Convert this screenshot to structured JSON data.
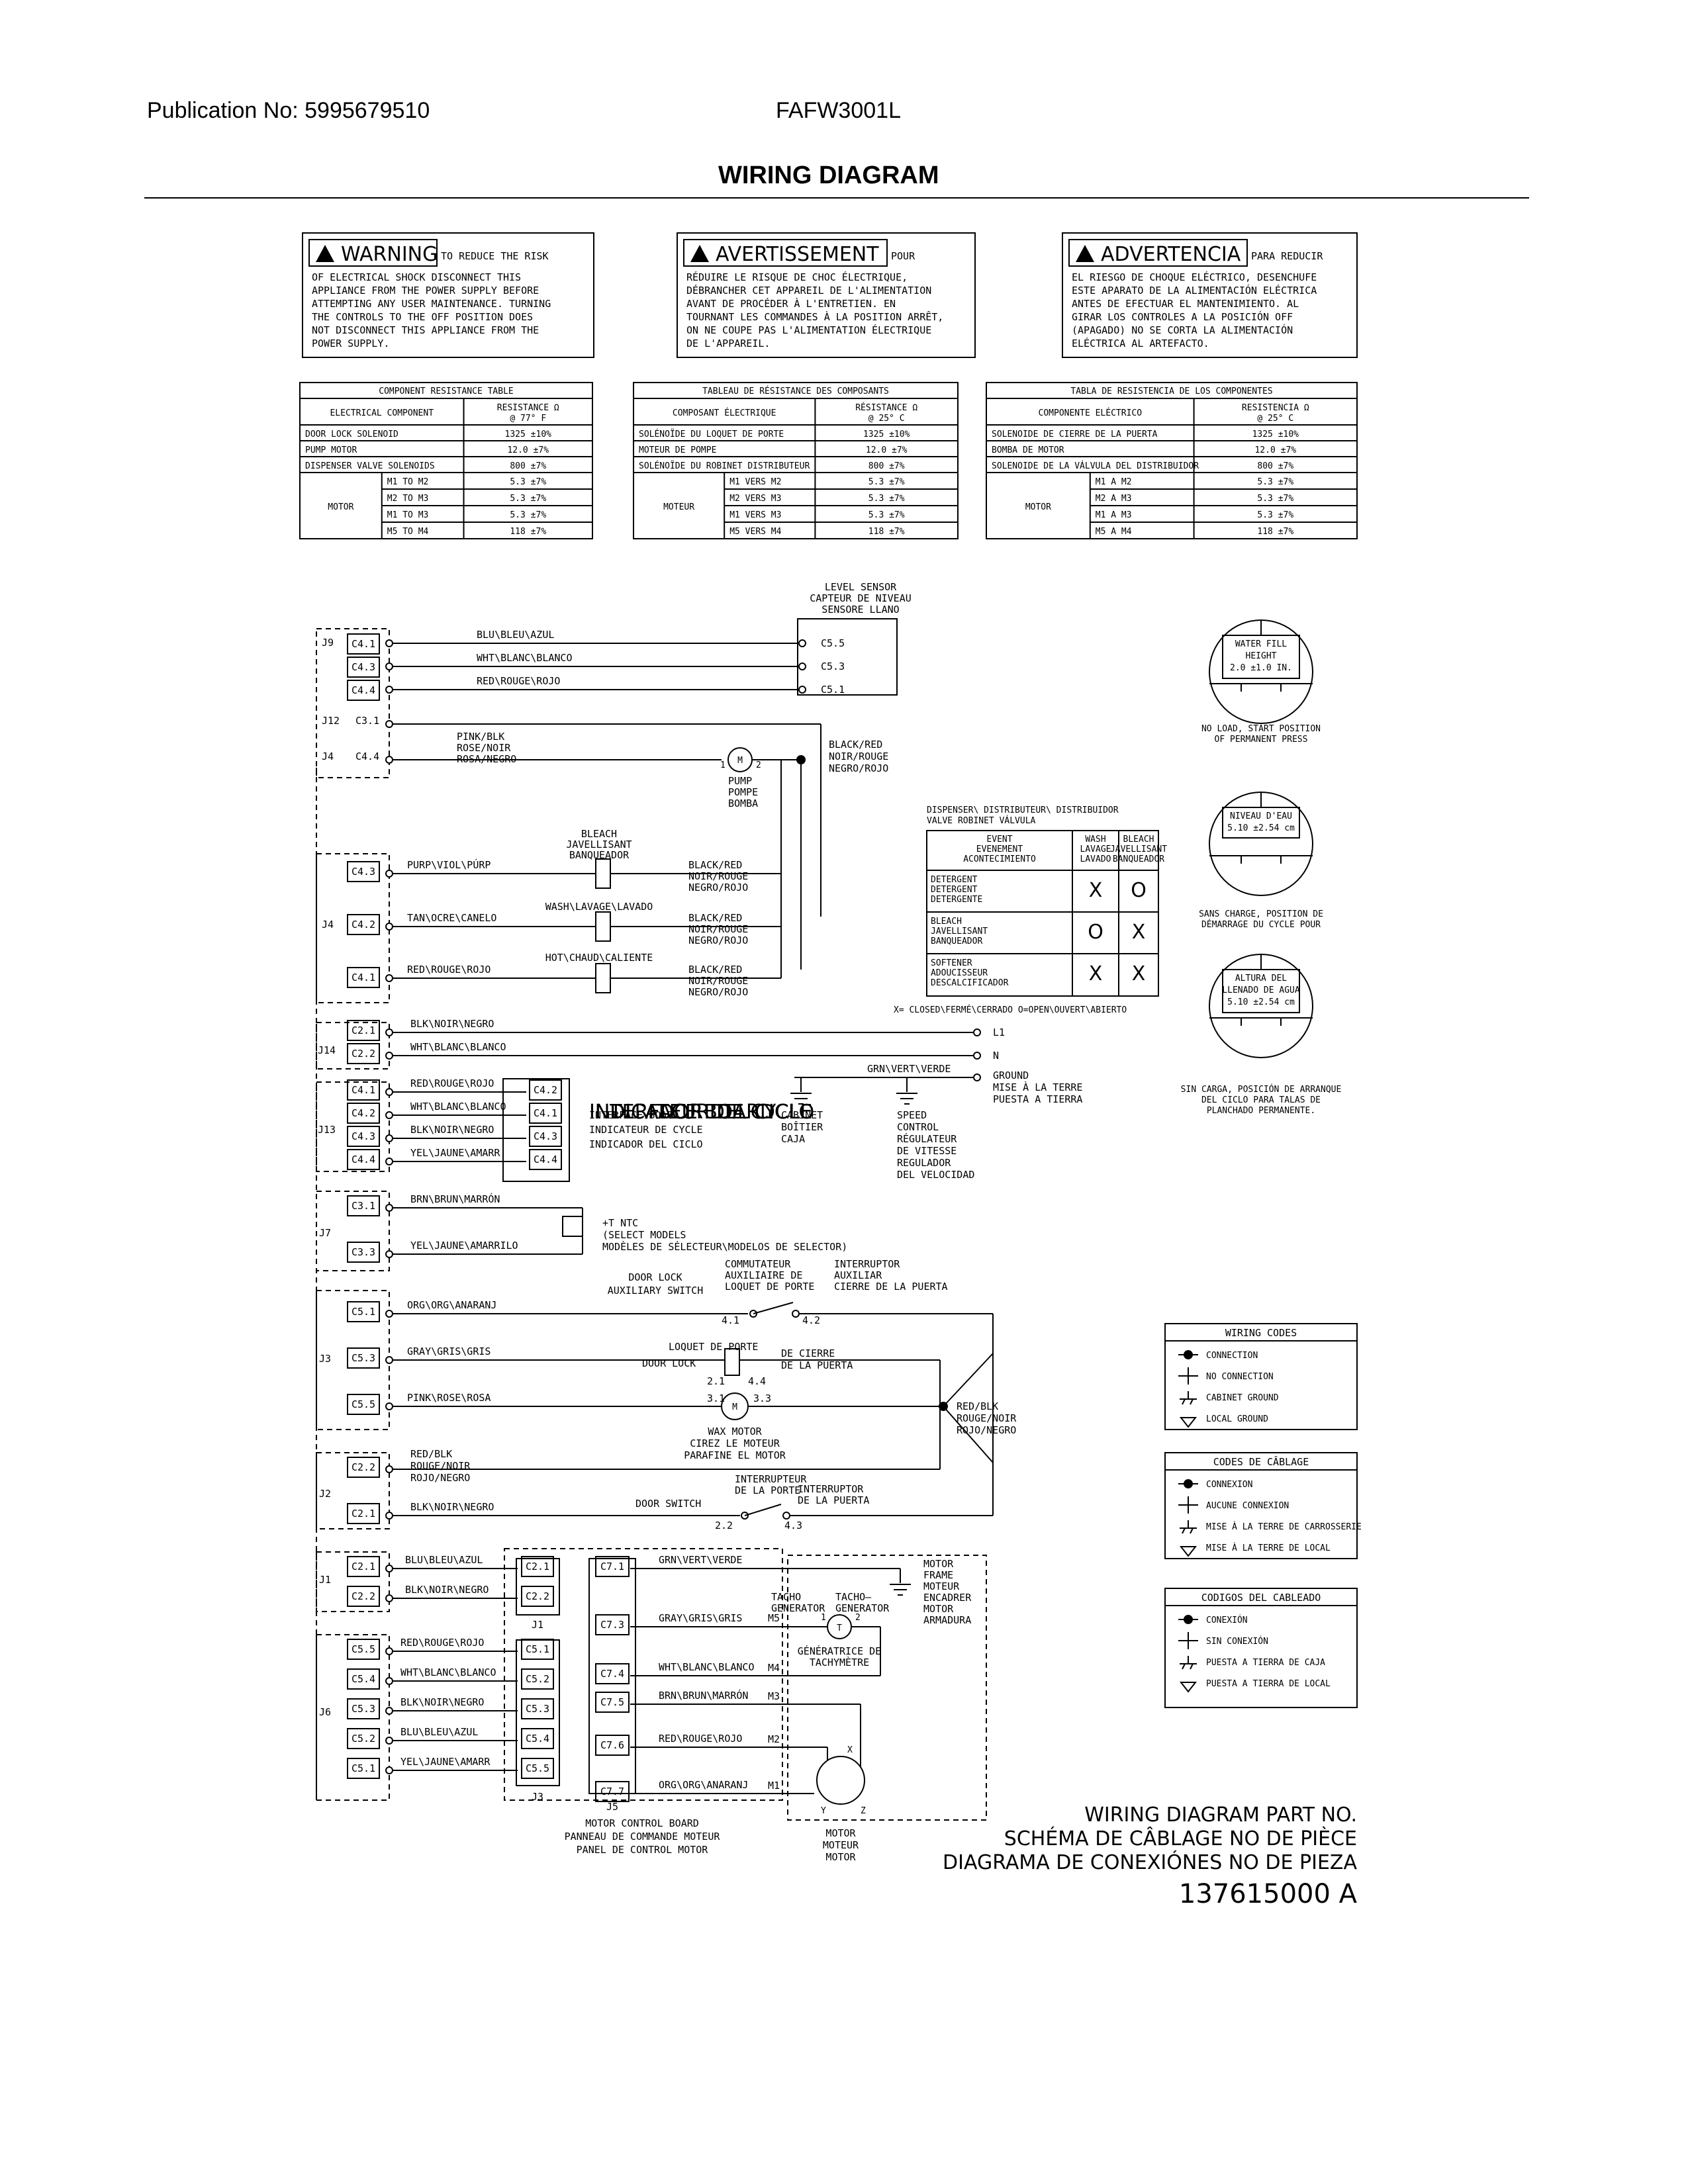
{
  "header": {
    "publication": "Publication No: 5995679510",
    "model": "FAFW3001L",
    "title": "WIRING DIAGRAM"
  },
  "warnings": {
    "en": {
      "label": "WARNING",
      "lines": [
        "TO REDUCE THE RISK",
        "OF ELECTRICAL SHOCK DISCONNECT THIS",
        "APPLIANCE FROM THE POWER SUPPLY BEFORE",
        "ATTEMPTING ANY USER MAINTENANCE. TURNING",
        "THE CONTROLS TO THE OFF POSITION DOES",
        "NOT DISCONNECT THIS APPLIANCE FROM THE",
        "POWER SUPPLY."
      ]
    },
    "fr": {
      "label": "AVERTISSEMENT",
      "lines": [
        "POUR",
        "RÉDUIRE LE RISQUE DE CHOC ÉLECTRIQUE,",
        "DÉBRANCHER CET APPAREIL DE L'ALIMENTATION",
        "AVANT DE PROCÉDER À L'ENTRETIEN. EN",
        "TOURNANT LES COMMANDES À LA POSITION ARRÊT,",
        "ON NE COUPE PAS L'ALIMENTATION ÉLECTRIQUE",
        "DE L'APPAREIL."
      ]
    },
    "es": {
      "label": "ADVERTENCIA",
      "lines": [
        "PARA REDUCIR",
        "EL RIESGO DE CHOQUE ELÉCTRICO, DESENCHUFE",
        "ESTE APARATO DE LA ALIMENTACIÓN ELÉCTRICA",
        "ANTES DE EFECTUAR EL MANTENIMIENTO. AL",
        "GIRAR LOS CONTROLES A LA POSICIÓN OFF",
        "(APAGADO) NO SE CORTA LA ALIMENTACIÓN",
        "ELÉCTRICA AL ARTEFACTO."
      ]
    }
  },
  "resistance_tables": {
    "en": {
      "title": "COMPONENT RESISTANCE TABLE",
      "col1": "ELECTRICAL COMPONENT",
      "col2": [
        "RESISTANCE Ω",
        "@ 77° F"
      ],
      "rows": [
        [
          "DOOR LOCK SOLENOID",
          "1325 ±10%"
        ],
        [
          "PUMP MOTOR",
          "12.0 ±7%"
        ],
        [
          "DISPENSER VALVE SOLENOIDS",
          "800 ±7%"
        ]
      ],
      "motor_label": "MOTOR",
      "motor_rows": [
        [
          "M1 TO M2",
          "5.3 ±7%"
        ],
        [
          "M2 TO M3",
          "5.3 ±7%"
        ],
        [
          "M1 TO M3",
          "5.3 ±7%"
        ],
        [
          "M5 TO M4",
          "118 ±7%"
        ]
      ]
    },
    "fr": {
      "title": "TABLEAU DE RÉSISTANCE DES COMPOSANTS",
      "col1": "COMPOSANT ÉLECTRIQUE",
      "col2": [
        "RÉSISTANCE Ω",
        "@ 25° C"
      ],
      "rows": [
        [
          "SOLÉNOÏDE DU LOQUET DE PORTE",
          "1325 ±10%"
        ],
        [
          "MOTEUR DE POMPE",
          "12.0 ±7%"
        ],
        [
          "SOLÉNOÏDE DU ROBINET DISTRIBUTEUR",
          "800 ±7%"
        ]
      ],
      "motor_label": "MOTEUR",
      "motor_rows": [
        [
          "M1 VERS M2",
          "5.3 ±7%"
        ],
        [
          "M2 VERS M3",
          "5.3 ±7%"
        ],
        [
          "M1 VERS M3",
          "5.3 ±7%"
        ],
        [
          "M5 VERS M4",
          "118 ±7%"
        ]
      ]
    },
    "es": {
      "title": "TABLA DE RESISTENCIA DE LOS COMPONENTES",
      "col1": "COMPONENTE ELÉCTRICO",
      "col2": [
        "RESISTENCIA Ω",
        "@ 25° C"
      ],
      "rows": [
        [
          "SOLENOIDE DE CIERRE DE LA PUERTA",
          "1325 ±10%"
        ],
        [
          "BOMBA DE MOTOR",
          "12.0 ±7%"
        ],
        [
          "SOLENOIDE DE LA VÁLVULA DEL DISTRIBUIDOR",
          "800 ±7%"
        ]
      ],
      "motor_label": "MOTOR",
      "motor_rows": [
        [
          "M1 A M2",
          "5.3 ±7%"
        ],
        [
          "M2 A M3",
          "5.3 ±7%"
        ],
        [
          "M1 A M3",
          "5.3 ±7%"
        ],
        [
          "M5 A M4",
          "118 ±7%"
        ]
      ]
    }
  },
  "dispenser_table": {
    "headers": [
      [
        "DISPENSER\\ DISTRIBUTEUR\\ DISTRIBUIDOR",
        "VALVE  ROBINET  VÁLVULA"
      ],
      [
        "EVENT",
        "EVENEMENT",
        "ACONTECIMIENTO"
      ],
      [
        "WASH",
        "LAVAGE",
        "LAVADO"
      ],
      [
        "BLEACH",
        "JAVELLISANT",
        "BANQUEADOR"
      ]
    ],
    "rows": [
      {
        "event": [
          "DETERGENT",
          "DETERGENT",
          "DETERGENTE"
        ],
        "wash": "X",
        "bleach": "O"
      },
      {
        "event": [
          "BLEACH",
          "JAVELLISANT",
          "BANQUEADOR"
        ],
        "wash": "O",
        "bleach": "X"
      },
      {
        "event": [
          "SOFTENER",
          "ADOUCISSEUR",
          "DESCALCIFICADOR"
        ],
        "wash": "X",
        "bleach": "X"
      }
    ],
    "legend": "X= CLOSED\\FERMÉ\\CERRADO   O=OPEN\\OUVERT\\ABIERTO"
  },
  "water_gauges": [
    {
      "inner": [
        "WATER FILL",
        "HEIGHT",
        "2.0 ±1.0 IN."
      ],
      "caption": [
        "NO LOAD, START POSITION",
        "OF PERMANENT PRESS"
      ]
    },
    {
      "inner": [
        "NIVEAU D'EAU",
        "5.10 ±2.54 cm"
      ],
      "caption": [
        "SANS CHARGE, POSITION DE",
        "DÉMARRAGE DU CYCLE POUR"
      ]
    },
    {
      "inner": [
        "ALTURA DEL",
        "LLENADO DE AGUA",
        "5.10 ±2.54 cm"
      ],
      "caption": [
        "SIN CARGA, POSICIÓN DE ARRANQUE",
        "DEL CICLO PARA TALAS DE",
        "PLANCHADO PERMANENTE."
      ]
    }
  ],
  "wiring_codes": [
    {
      "title": "WIRING CODES",
      "items": [
        "CONNECTION",
        "NO CONNECTION",
        "CABINET GROUND",
        "LOCAL GROUND"
      ]
    },
    {
      "title": "CODES DE CÂBLAGE",
      "items": [
        "CONNEXION",
        "AUCUNE CONNEXION",
        "MISE À LA TERRE DE CARROSSERIE",
        "MISE À LA TERRE DE LOCAL"
      ]
    },
    {
      "title": "CODIGOS DEL CABLEADO",
      "items": [
        "CONEXIÓN",
        "SIN CONEXIÓN",
        "PUESTA A TIERRA DE CAJA",
        "PUESTA A TIERRA DE LOCAL"
      ]
    }
  ],
  "diagram": {
    "connectors": [
      "J9",
      "J12",
      "J4",
      "J4",
      "J14",
      "J13",
      "J7",
      "J3",
      "J2",
      "J1",
      "J6",
      "J1",
      "J3",
      "J5"
    ],
    "pins_j9": [
      "C4.1",
      "C4.3",
      "C4.4"
    ],
    "j12_pin": "C3.1",
    "j4_top_pin": "C4.4",
    "pins_j4": [
      "C4.3",
      "C4.2",
      "C4.1"
    ],
    "pins_j14": [
      "C2.1",
      "C2.2"
    ],
    "pins_j13": [
      "C4.1",
      "C4.2",
      "C4.3",
      "C4.4"
    ],
    "pins_iface": [
      "C4.2",
      "C4.1",
      "C4.3",
      "C4.4"
    ],
    "pins_j7": [
      "C3.1",
      "C3.3"
    ],
    "pins_j3": [
      "C5.1",
      "C5.3",
      "C5.5"
    ],
    "pins_j2": [
      "C2.2",
      "C2.1"
    ],
    "pins_j1": [
      "C2.1",
      "C2.2"
    ],
    "pins_j6": [
      "C5.5",
      "C5.4",
      "C5.3",
      "C5.2",
      "C5.1"
    ],
    "pins_mcb_j1": [
      "C2.1",
      "C2.2"
    ],
    "pins_mcb_j3": [
      "C5.1",
      "C5.2",
      "C5.3",
      "C5.4",
      "C5.5"
    ],
    "pins_mcb_j5": [
      "C7.1",
      "C7.3",
      "C7.4",
      "C7.5",
      "C7.6",
      "C7.7"
    ],
    "level_sensor": [
      "LEVEL SENSOR",
      "CAPTEUR DE NIVEAU",
      "SENSORE LLANO"
    ],
    "level_pins": [
      "C5.5",
      "C5.3",
      "C5.1"
    ],
    "wires_j9": [
      "BLU\\BLEU\\AZUL",
      "WHT\\BLANC\\BLANCO",
      "RED\\ROUGE\\ROJO"
    ],
    "pump_wire": [
      "PINK/BLK",
      "ROSE/NOIR",
      "ROSA/NEGRO"
    ],
    "pump": [
      "PUMP",
      "POMPE",
      "BOMBA"
    ],
    "black_red": [
      "BLACK/RED",
      "NOIR/ROUGE",
      "NEGRO/ROJO"
    ],
    "valves": [
      {
        "label": [
          "BLEACH",
          "JAVELLISANT",
          "BANQUEADOR"
        ],
        "wire": "PURP\\VIOL\\PÚRP"
      },
      {
        "label": [
          "WASH\\LAVAGE\\LAVADO"
        ],
        "wire": "TAN\\OCRE\\CANELO"
      },
      {
        "label": [
          "HOT\\CHAUD\\CALIENTE"
        ],
        "wire": "RED\\ROUGE\\ROJO"
      }
    ],
    "wires_j14": [
      "BLK\\NOIR\\NEGRO",
      "WHT\\BLANC\\BLANCO"
    ],
    "l1": "L1",
    "n": "N",
    "ground_wire": "GRN\\VERT\\VERDE",
    "ground": [
      "GROUND",
      "MISE À LA TERRE",
      "PUESTA A TIERRA"
    ],
    "cabinet": [
      "CABINET",
      "BOÎTIER",
      "CAJA"
    ],
    "speed_control": [
      "SPEED",
      "CONTROL",
      "RÉGULATEUR",
      "DE VITESSE",
      "REGULADOR",
      "DEL VELOCIDAD"
    ],
    "wires_j13": [
      "RED\\ROUGE\\ROJO",
      "WHT\\BLANC\\BLANCO",
      "BLK\\NOIR\\NEGRO",
      "YEL\\JAUNE\\AMARR"
    ],
    "interface_board": [
      "INTERFACE BOARD",
      "INDICATEUR DE CYCLE",
      "INDICADOR DEL CICLO"
    ],
    "wires_j7": [
      "BRN\\BRUN\\MARRÓN",
      "YEL\\JAUNE\\AMARRILO"
    ],
    "ntc": [
      "+T NTC",
      "(SELECT MODELS",
      "MODÈLES DE SÉLECTEUR\\MODELOS DE SELECTOR)"
    ],
    "aux_switch": [
      "DOOR LOCK",
      "AUXILIARY SWITCH"
    ],
    "aux_switch_fr": [
      "COMMUTATEUR",
      "AUXILIAIRE DE",
      "LOQUET DE PORTE"
    ],
    "aux_switch_es": [
      "INTERRUPTOR",
      "AUXILIAR",
      "CIERRE DE LA PUERTA"
    ],
    "aux_pins": [
      "4.1",
      "4.2"
    ],
    "wires_j3": [
      "ORG\\ORG\\ANARANJ",
      "GRAY\\GRIS\\GRIS",
      "PINK\\ROSE\\ROSA"
    ],
    "door_lock": [
      "LOQUET DE PORTE",
      "DOOR LOCK",
      "DE CIERRE",
      "DE LA PUERTA"
    ],
    "door_lock_pins": [
      "2.1",
      "4.4"
    ],
    "wax_pins": [
      "3.1",
      "3.3"
    ],
    "wax_motor": [
      "WAX MOTOR",
      "CIREZ LE MOTEUR",
      "PARAFINE EL MOTOR"
    ],
    "red_blk": [
      "RED/BLK",
      "ROUGE/NOIR",
      "ROJO/NEGRO"
    ],
    "wires_j2": [
      "RED/BLK",
      "ROUGE/NOIR",
      "ROJO/NEGRO",
      "BLK\\NOIR\\NEGRO"
    ],
    "door_switch": "DOOR SWITCH",
    "door_switch_fr": [
      "INTERRUPTEUR",
      "DE LA PORTE"
    ],
    "door_switch_es": [
      "INTERRUPTOR",
      "DE LA PUERTA"
    ],
    "door_switch_pins": [
      "2.2",
      "4.3"
    ],
    "wires_j1": [
      "BLU\\BLEU\\AZUL",
      "BLK\\NOIR\\NEGRO"
    ],
    "wires_j6": [
      "RED\\ROUGE\\ROJO",
      "WHT\\BLANC\\BLANCO",
      "BLK\\NOIR\\NEGRO",
      "BLU\\BLEU\\AZUL",
      "YEL\\JAUNE\\AMARR"
    ],
    "wires_j5": [
      "GRN\\VERT\\VERDE",
      "GRAY\\GRIS\\GRIS",
      "WHT\\BLANC\\BLANCO",
      "BRN\\BRUN\\MARRÓN",
      "RED\\ROUGE\\ROJO",
      "ORG\\ORG\\ANARANJ"
    ],
    "motor_pins": [
      "M5",
      "M4",
      "M3",
      "M2",
      "M1"
    ],
    "motor_frame": [
      "MOTOR",
      "FRAME",
      "MOTEUR",
      "ENCADRER",
      "MOTOR",
      "ARMADURA"
    ],
    "tacho": [
      "TACHO",
      "GENERATOR",
      "TACHO–",
      "GENERATOR"
    ],
    "tacho_fr": [
      "GÉNÉRATRICE DE",
      "TACHYMÈTRE"
    ],
    "tacho_pins": [
      "1",
      "2"
    ],
    "motor_xyz": [
      "X",
      "Y",
      "Z"
    ],
    "motor": [
      "MOTOR",
      "MOTEUR",
      "MOTOR"
    ],
    "mcb": [
      "MOTOR CONTROL BOARD",
      "PANNEAU DE COMMANDE MOTEUR",
      "PANEL DE CONTROL MOTOR"
    ],
    "pump_pins": [
      "1",
      "2"
    ]
  },
  "part_no": {
    "lines": [
      "WIRING DIAGRAM PART NO.",
      "SCHÉMA DE CÂBLAGE NO DE PIÈCE",
      "DIAGRAMA DE CONEXIÓNES NO DE PIEZA"
    ],
    "number": "137615000  A"
  }
}
